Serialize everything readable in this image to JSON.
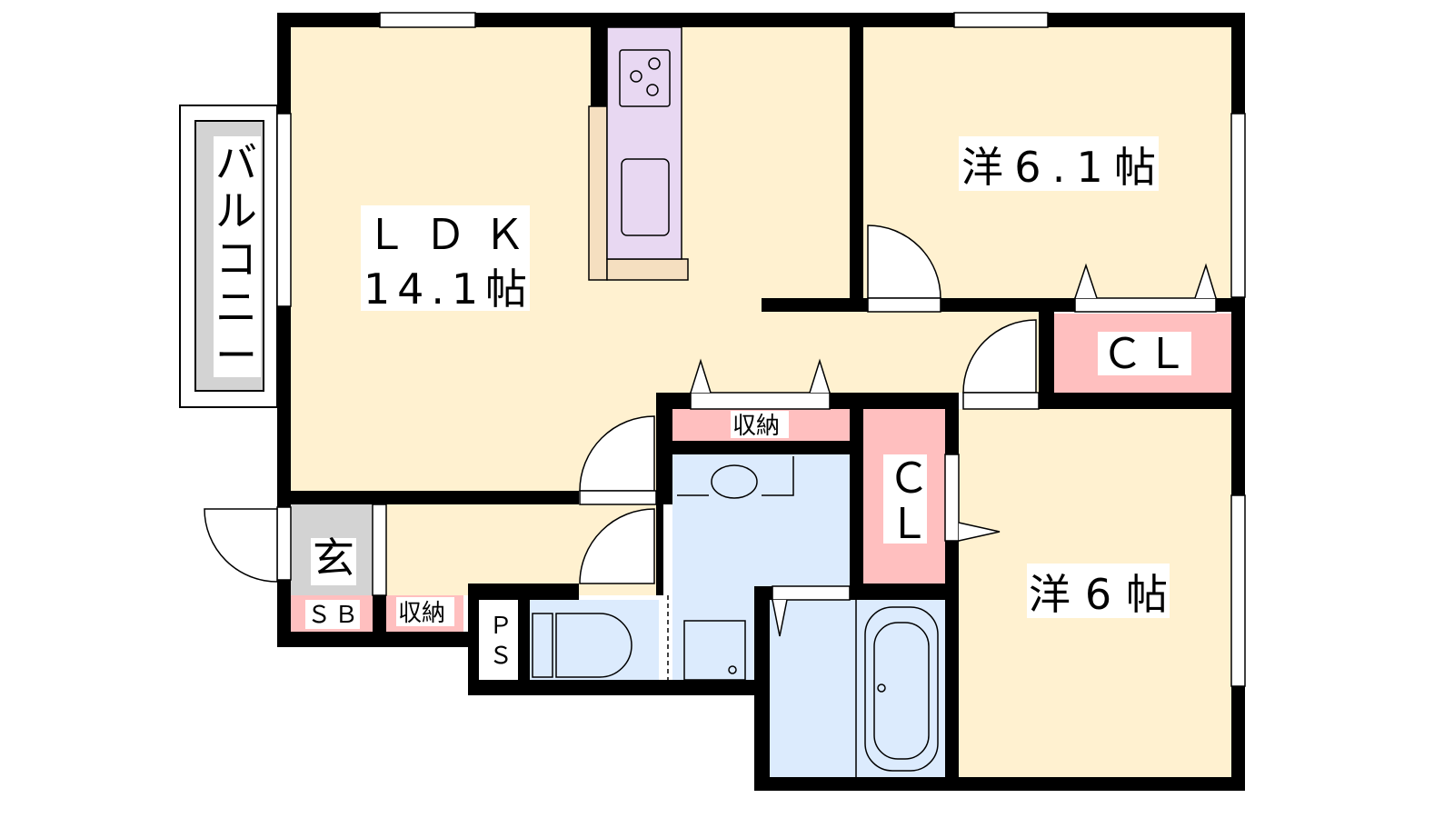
{
  "rooms": {
    "ldk": {
      "name": "ＬＤＫ",
      "size": "14.1帖"
    },
    "western1": "洋6.1帖",
    "western2": "洋6帖",
    "closet1": "ＣＬ",
    "closet2_line1": "Ｃ",
    "closet2_line2": "Ｌ",
    "storage_hall": "収納",
    "storage_entry": "収納",
    "entrance": "玄",
    "shoe_box": "ＳＢ",
    "pipe_space_line1": "Ｐ",
    "pipe_space_line2": "Ｓ",
    "balcony": [
      "バ",
      "ル",
      "コ",
      "ニ",
      "ー"
    ]
  },
  "colors": {
    "room": "#fff1d0",
    "wet": "#dcebfd",
    "storage": "#ffbfbf",
    "entrance": "#d3d3d3",
    "kitchen": "#e8d8f2",
    "counter": "#f5dfc0",
    "wall": "#000000"
  }
}
